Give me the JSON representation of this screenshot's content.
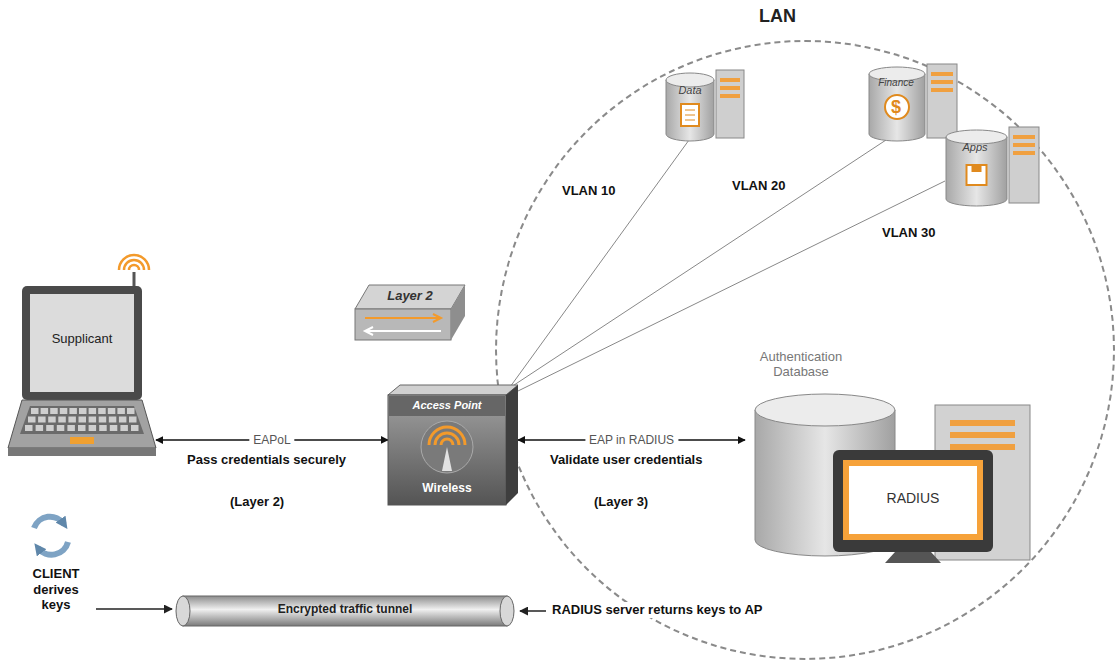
{
  "diagram": {
    "nodes": [
      {
        "text": [
          "LAN"
        ]
      },
      {
        "text": [
          "Data"
        ],
        "in": 0
      },
      {
        "text": [
          "Finance",
          "$"
        ],
        "in": 0
      },
      {
        "text": [
          "Apps"
        ],
        "in": 0
      },
      {
        "text": [
          "Layer 2"
        ]
      },
      {
        "text": [
          "Supplicant"
        ]
      },
      {
        "text": [
          "Access Point",
          "Wireless"
        ]
      },
      {
        "text": [
          "Authentication Database",
          "RADIUS"
        ],
        "in": 0
      },
      {
        "text": [
          "Encrypted traffic tunnel"
        ]
      }
    ],
    "edges": [
      {
        "from": 5,
        "to": 6,
        "arrow": "both",
        "label": "EAPoL"
      },
      {
        "from": 6,
        "to": 7,
        "arrow": "both",
        "label": "EAP in RADIUS"
      },
      {
        "from": 6,
        "to": 1,
        "arrow": "none"
      },
      {
        "from": 6,
        "to": 2,
        "arrow": "none"
      },
      {
        "from": 6,
        "to": 3,
        "arrow": "none"
      }
    ],
    "labels": [
      "VLAN 10",
      "VLAN 20",
      "VLAN 30",
      "Pass credentials securely",
      "(Layer 2)",
      "Validate user credentials",
      "(Layer 3)",
      "CLIENT derives keys",
      "RADIUS server returns keys to AP"
    ]
  }
}
